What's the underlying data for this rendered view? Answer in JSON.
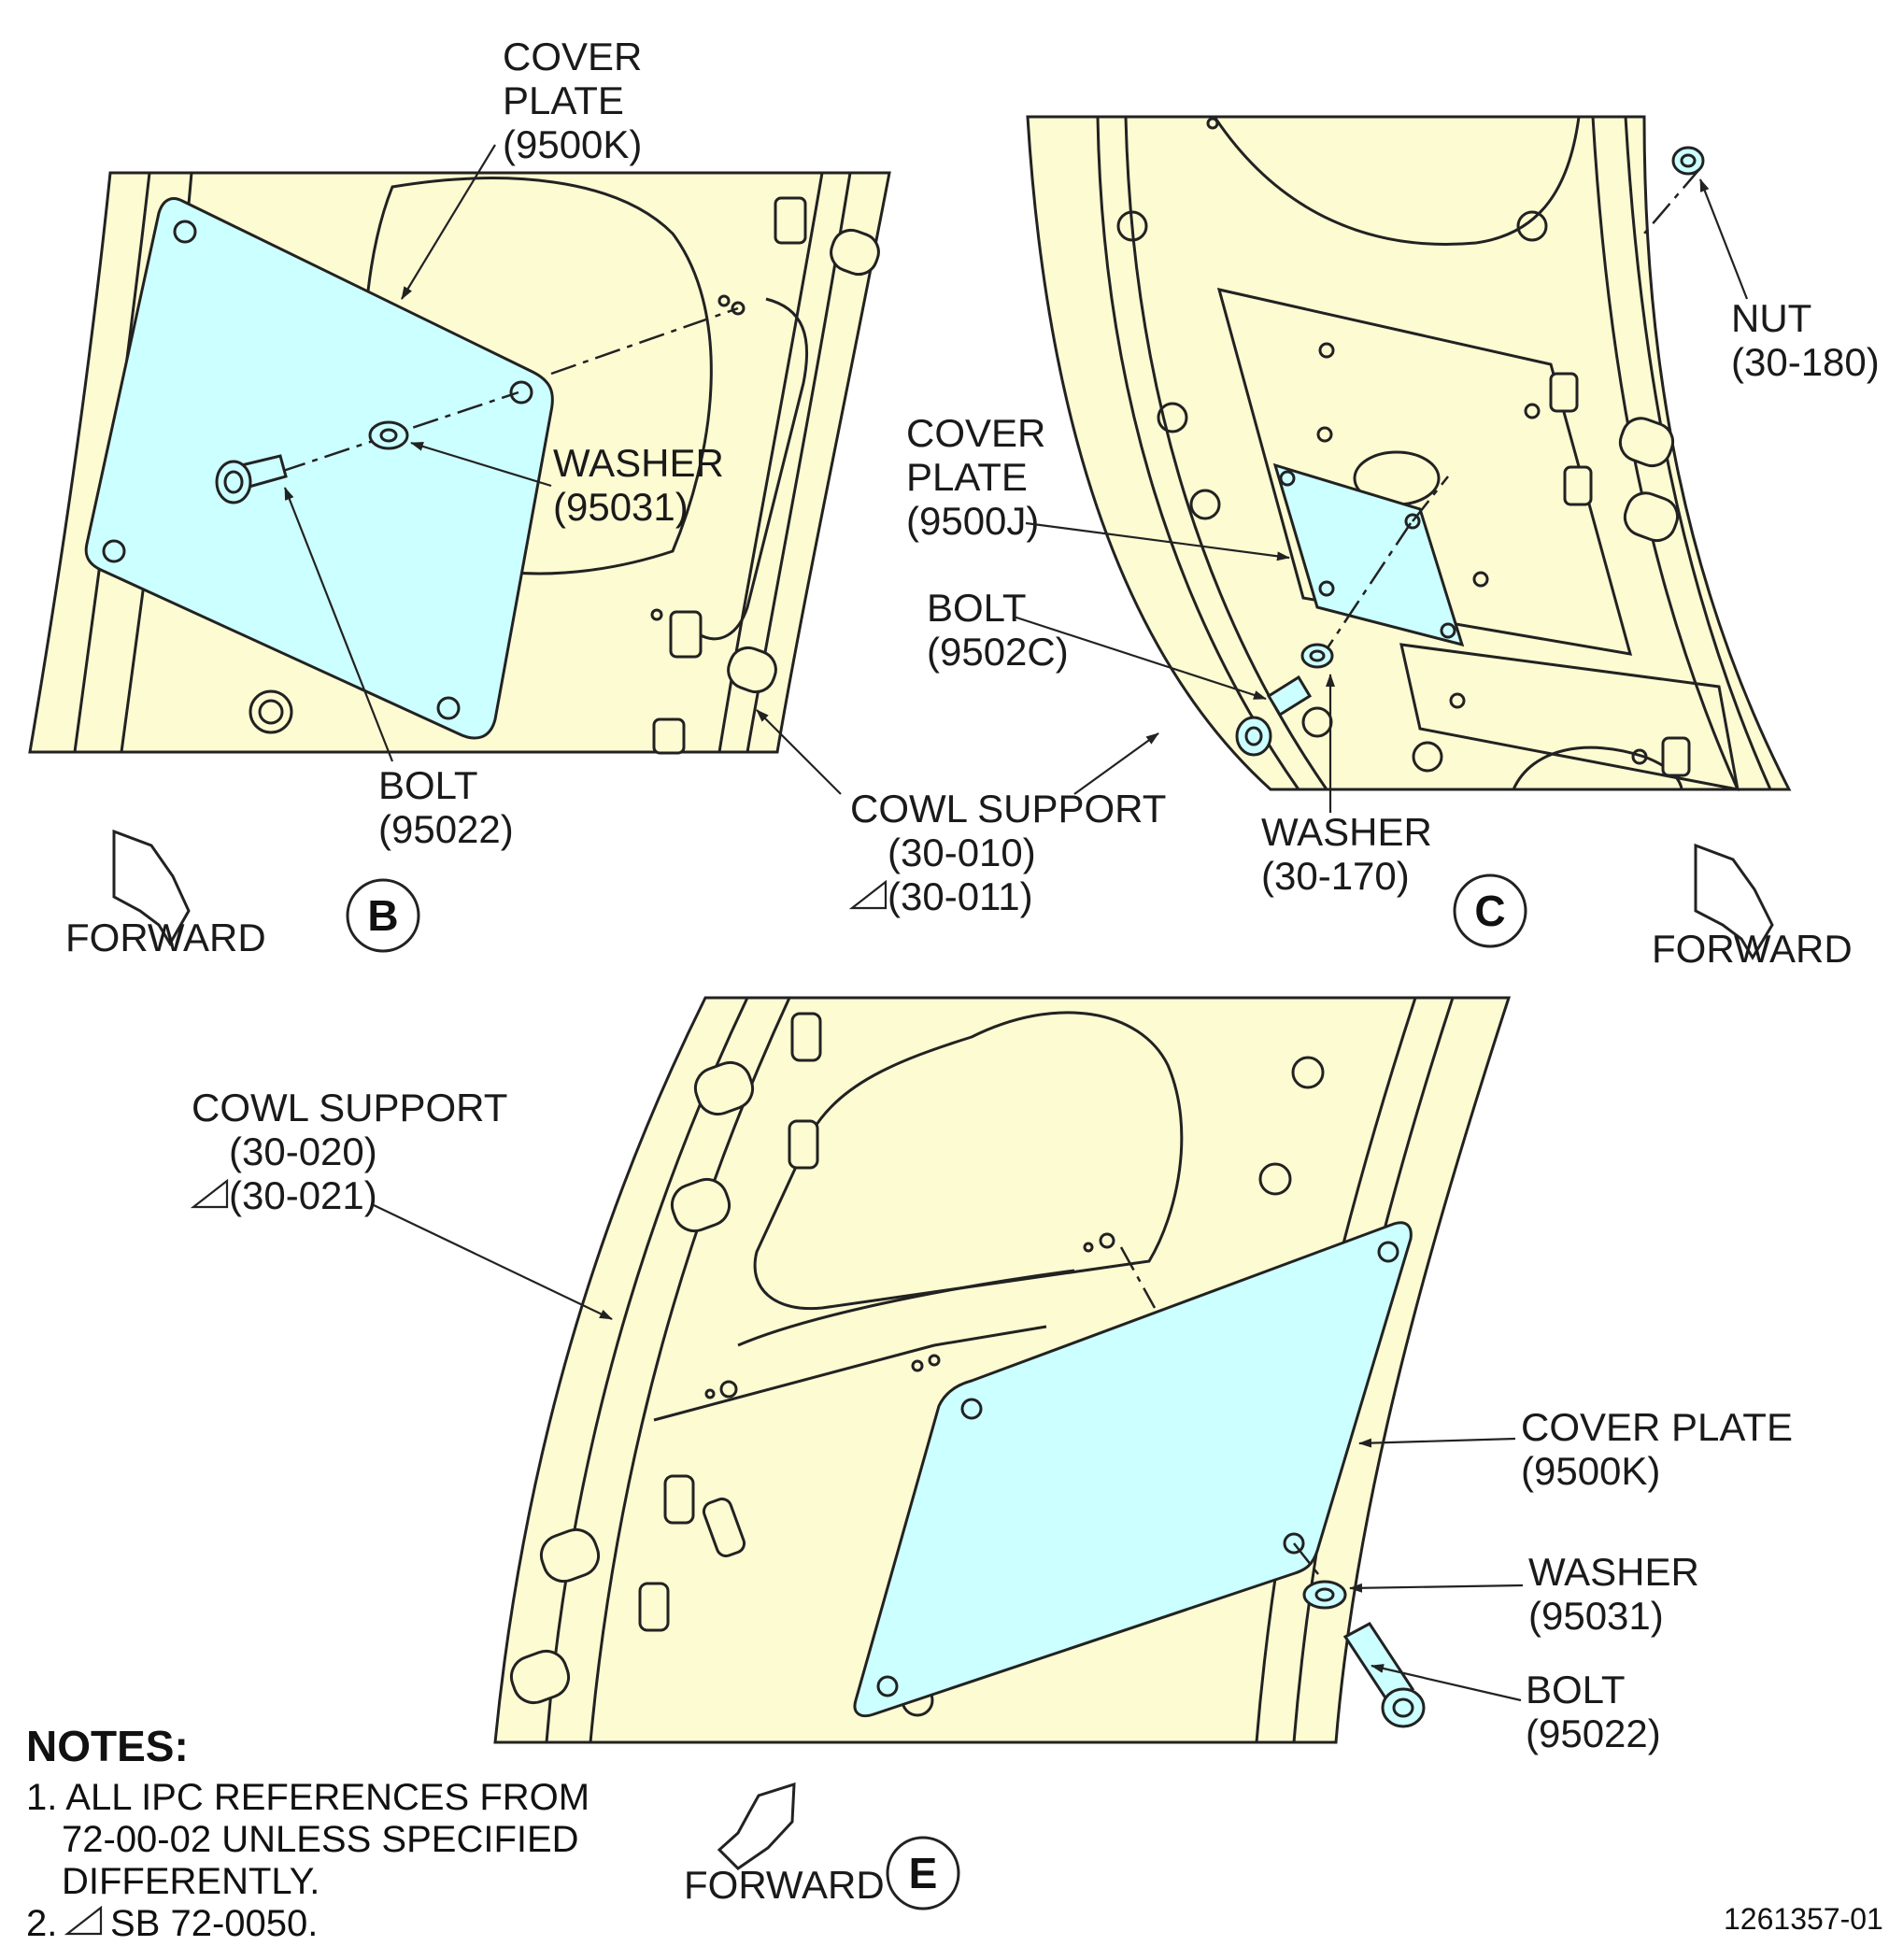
{
  "views": {
    "b": {
      "view_id": "B",
      "cover_plate": [
        "COVER",
        "PLATE",
        "(9500K)"
      ],
      "washer": [
        "WASHER",
        "(95031)"
      ],
      "bolt": [
        "BOLT",
        "(95022)"
      ],
      "forward": "FORWARD"
    },
    "c": {
      "view_id": "C",
      "nut": [
        "NUT",
        "(30-180)"
      ],
      "cover_plate": [
        "COVER",
        "PLATE",
        "(9500J)"
      ],
      "bolt": [
        "BOLT",
        "(9502C)"
      ],
      "washer": [
        "WASHER",
        "(30-170)"
      ],
      "forward": "FORWARD"
    },
    "e": {
      "view_id": "E",
      "cowl_support": [
        "COWL SUPPORT",
        "(30-020)",
        "(30-021)"
      ],
      "cover_plate": [
        "COVER PLATE",
        "(9500K)"
      ],
      "washer": [
        "WASHER",
        "(95031)"
      ],
      "bolt": [
        "BOLT",
        "(95022)"
      ],
      "forward": "FORWARD"
    }
  },
  "cowl_support_bc": [
    "COWL SUPPORT",
    "(30-010)",
    "(30-011)"
  ],
  "notes": {
    "title": "NOTES:",
    "lines": [
      "1. ALL IPC REFERENCES FROM",
      "72-00-02 UNLESS SPECIFIED",
      "DIFFERENTLY.",
      "2.",
      "SB 72-0050."
    ]
  },
  "figure_number": "1261357-01",
  "colors": {
    "structure": "#fdfbd2",
    "cover_plate": "#ccffff",
    "line": "#222222"
  }
}
